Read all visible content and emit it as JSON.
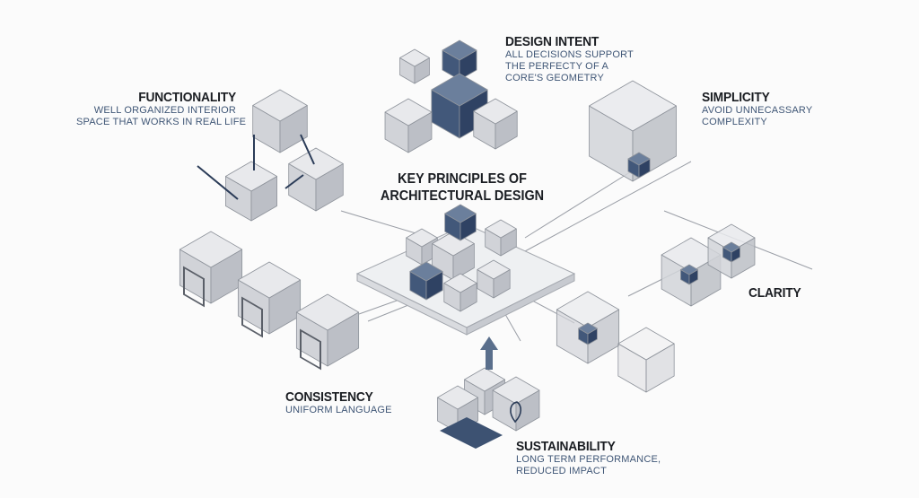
{
  "title": {
    "line1": "KEY PRINCIPLES OF",
    "line2": "ARCHITECTURAL DESIGN"
  },
  "principles": {
    "design_intent": {
      "heading": "DESIGN INTENT",
      "lines": [
        "ALL DECISIONS SUPPORT",
        "THE PERFECTY OF A",
        "CORE'S GEOMETRY"
      ]
    },
    "functionality": {
      "heading": "FUNCTIONALITY",
      "lines": [
        "WELL ORGANIZED INTERIOR",
        "SPACE THAT WORKS IN REAL LIFE"
      ]
    },
    "simplicity": {
      "heading": "SIMPLICITY",
      "lines": [
        "AVOID UNNECASSARY",
        "COMPLEXITY"
      ]
    },
    "clarity": {
      "heading": "CLARITY"
    },
    "consistency": {
      "heading": "CONSISTENCY",
      "lines": [
        "UNIFORM LANGUAGE"
      ]
    },
    "sustainability": {
      "heading": "SUSTAINABILITY",
      "lines": [
        "LONG TERM PERFORMANCE,",
        "REDUCED IMPACT"
      ]
    }
  },
  "colors": {
    "accent": "#3d5272",
    "light": "#d4d6db",
    "text": "#1a1d22",
    "subtext": "#3f5676"
  }
}
